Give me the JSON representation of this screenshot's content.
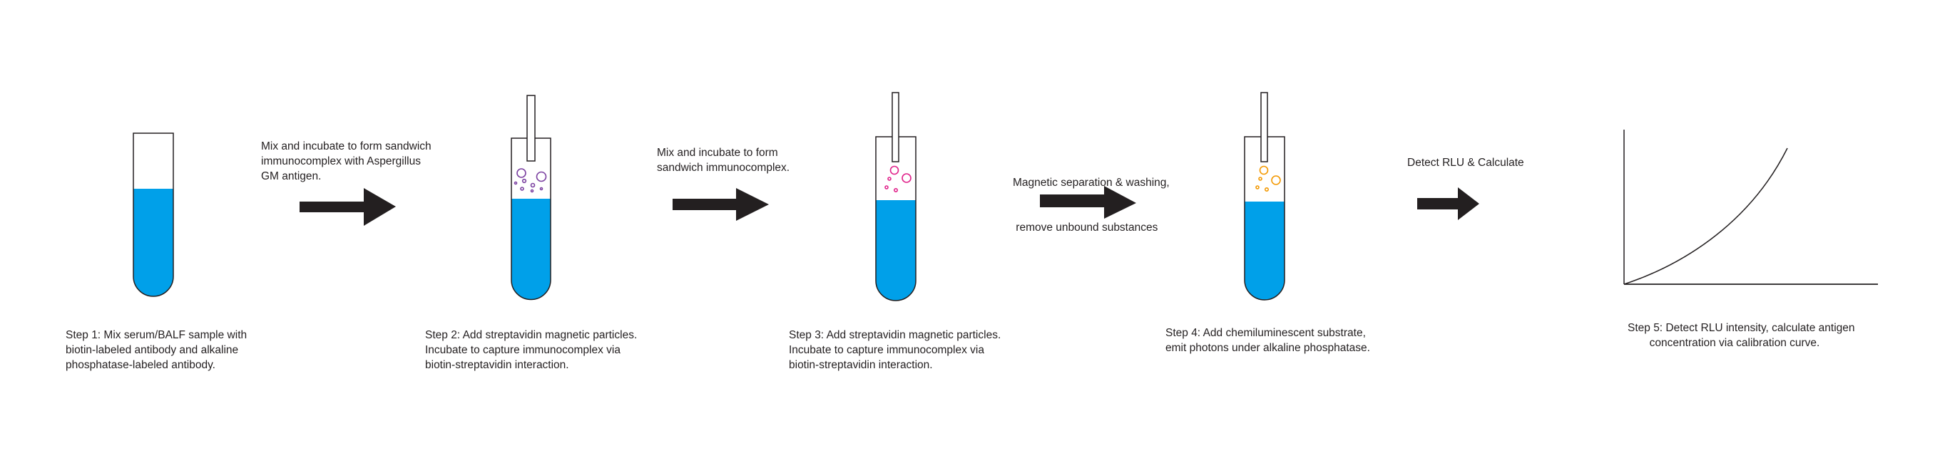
{
  "steps": [
    {
      "label": [
        "Step 1: Mix serum/BALF sample with",
        "biotin-labeled antibody and alkaline",
        "phosphatase-labeled antibody."
      ]
    },
    {
      "label": [
        "Step 2: Add streptavidin magnetic particles.",
        "Incubate to capture immunocomplex via",
        "biotin-streptavidin interaction."
      ]
    },
    {
      "label": [
        "Step 3: Add streptavidin magnetic particles.",
        "Incubate to capture immunocomplex via",
        "biotin-streptavidin interaction."
      ]
    },
    {
      "label": [
        "Step 4: Add chemiluminescent substrate,",
        "emit photons under alkaline phosphatase."
      ]
    },
    {
      "label": [
        "Step 5: Detect RLU intensity, calculate antigen",
        "concentration via calibration curve."
      ]
    }
  ],
  "arrows": [
    {
      "label": [
        "Mix and incubate to form sandwich",
        "immunocomplex with Aspergillus",
        "GM antigen."
      ]
    },
    {
      "label": [
        "Mix and incubate to form",
        "sandwich immunocomplex."
      ]
    },
    {
      "label": [
        "Magnetic separation & washing,",
        " remove unbound substances"
      ]
    },
    {
      "label": [
        "Detect RLU & Calculate"
      ]
    }
  ],
  "colors": {
    "liquid": "#00a0e9",
    "outline": "#231f20",
    "particles_step2": "#7a3fa0",
    "particles_step3": "#e0218a",
    "particles_step4": "#f39800"
  }
}
